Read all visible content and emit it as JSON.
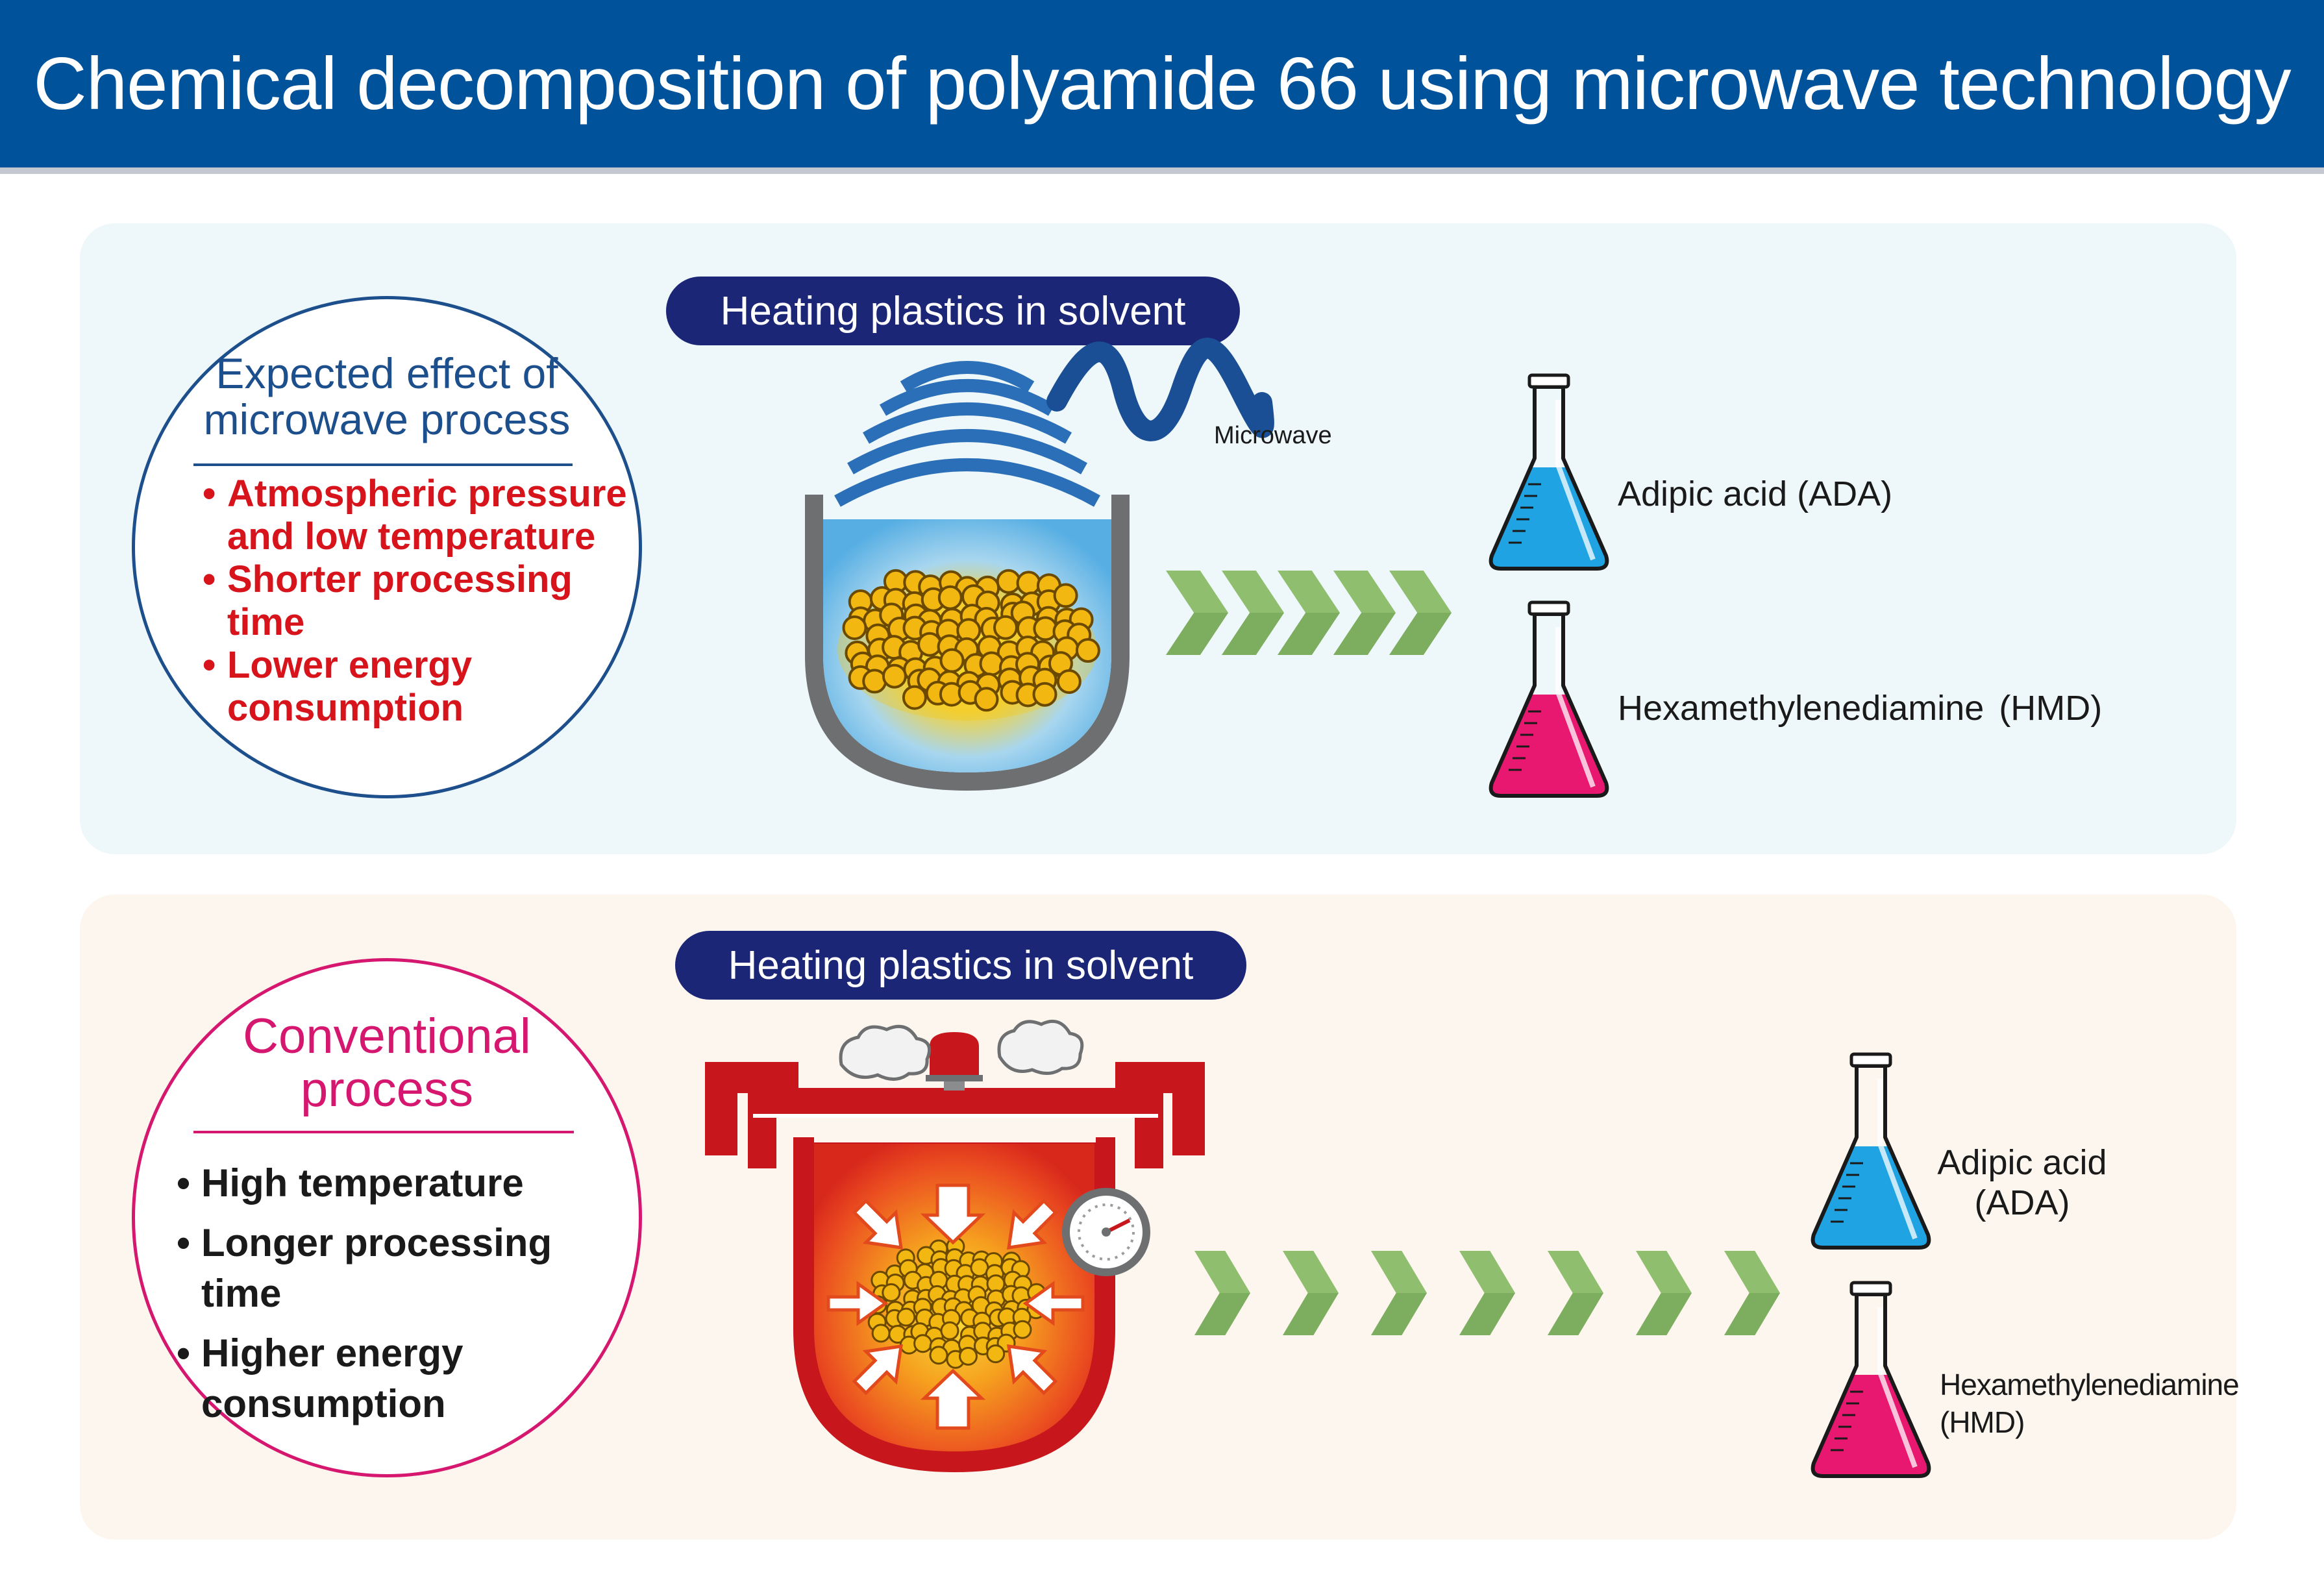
{
  "header": {
    "title": "Chemical decomposition of polyamide 66 using microwave technology"
  },
  "microwave_panel": {
    "circle_title": "Expected effect of microwave process",
    "bullets": [
      "Atmospheric pressure and low temperature",
      "Shorter processing time",
      "Lower energy consumption"
    ],
    "pill_label": "Heating plastics in solvent",
    "wave_label": "Microwave",
    "products": [
      {
        "label": "Adipic acid (ADA)",
        "color": "#1fa3e3"
      },
      {
        "label": "Hexamethylenediamine (HMD)",
        "color": "#e8176f"
      }
    ]
  },
  "conventional_panel": {
    "circle_title": "Conventional process",
    "bullets": [
      "High temperature",
      "Longer processing time",
      "Higher energy consumption"
    ],
    "pill_label": "Heating plastics in solvent",
    "products": [
      {
        "label": "Adipic acid (ADA)",
        "color": "#1fa3e3"
      },
      {
        "label": "Hexamethylenediamine (HMD)",
        "color": "#e8176f"
      }
    ]
  },
  "colors": {
    "header_blue": "#00529b",
    "navy_pill": "#1c2677",
    "bullet_red": "#d7141b",
    "conventional_magenta": "#d6176f",
    "arrow_green": "#8fbf6e",
    "pellet_yellow": "#f2b711",
    "pot_red": "#c8161d"
  },
  "icons": [
    "microwave-waves-icon",
    "flask-icon",
    "pressure-gauge-icon",
    "steam-cloud-icon",
    "pressure-valve-icon",
    "chevron-arrow-icon"
  ]
}
